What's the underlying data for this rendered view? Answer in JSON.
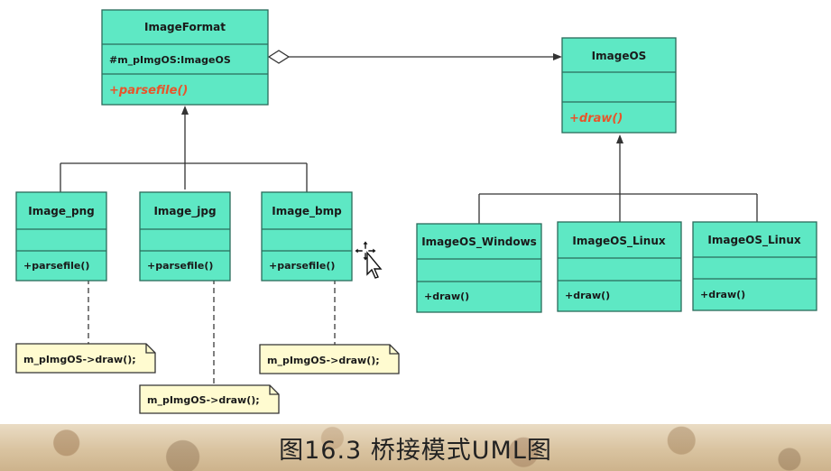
{
  "diagram": {
    "classes": {
      "image_format": {
        "name": "ImageFormat",
        "attribute": "#m_pImgOS:ImageOS",
        "operation": "+parsefile()"
      },
      "image_os": {
        "name": "ImageOS",
        "attribute": "",
        "operation": "+draw()"
      },
      "image_png": {
        "name": "Image_png",
        "operation": "+parsefile()"
      },
      "image_jpg": {
        "name": "Image_jpg",
        "operation": "+parsefile()"
      },
      "image_bmp": {
        "name": "Image_bmp",
        "operation": "+parsefile()"
      },
      "imageos_windows": {
        "name": "ImageOS_Windows",
        "operation": "+draw()"
      },
      "imageos_linux_1": {
        "name": "ImageOS_Linux",
        "operation": "+draw()"
      },
      "imageos_linux_2": {
        "name": "ImageOS_Linux",
        "operation": "+draw()"
      }
    },
    "notes": {
      "png": "m_pImgOS->draw();",
      "jpg": "m_pImgOS->draw();",
      "bmp": "m_pImgOS->draw();"
    }
  },
  "caption": "图16.3  桥接模式UML图",
  "colors": {
    "class_fill": "#5ee8c4",
    "class_border": "#2a6b5a",
    "note_fill": "#fffbd0",
    "abstract_text": "#e8542a",
    "line": "#333333"
  },
  "icons": {
    "cursor": "move-cursor-icon"
  }
}
